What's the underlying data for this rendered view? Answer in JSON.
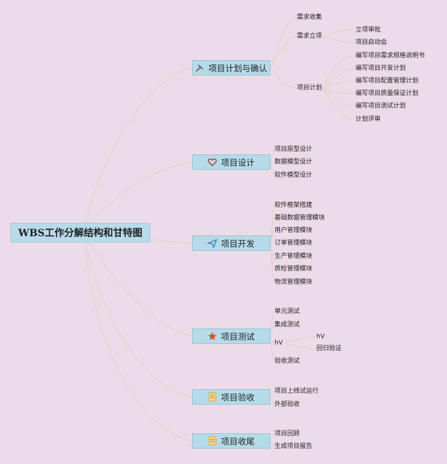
{
  "root": {
    "title": "WBS工作分解结构和甘特图"
  },
  "branches": [
    {
      "label": "项目计划与确认",
      "icon": "tools-icon"
    },
    {
      "label": "项目设计",
      "icon": "heart-icon"
    },
    {
      "label": "项目开发",
      "icon": "paper-plane-icon"
    },
    {
      "label": "项目测试",
      "icon": "star-icon"
    },
    {
      "label": "项目验收",
      "icon": "note-icon"
    },
    {
      "label": "项目收尾",
      "icon": "note-icon"
    }
  ],
  "plan": {
    "sub1": "需求收集",
    "sub2": "需求立项",
    "sub2_children": [
      "立项审批",
      "项目启动会"
    ],
    "sub3": "项目计划",
    "sub3_children": [
      "编写项目需求规格说明书",
      "编写项目开发计划",
      "编写项目配置管理计划",
      "编写项目质量保证计划",
      "编写项目测试计划",
      "计划评审"
    ]
  },
  "design": [
    "项目原型设计",
    "数据模型设计",
    "软件模型设计"
  ],
  "dev": [
    "软件框架搭建",
    "基础数据管理模块",
    "用户管理模块",
    "订单管理模块",
    "生产管理模块",
    "质检管理模块",
    "物流管理模块"
  ],
  "test": {
    "items": [
      "单元测试",
      "集成测试",
      "hV",
      "验收测试"
    ],
    "hv_children": [
      "hV",
      "回归验证"
    ]
  },
  "accept": [
    "项目上线试运行",
    "外部验收"
  ],
  "close": [
    "项目回顾",
    "生成项目报告"
  ]
}
